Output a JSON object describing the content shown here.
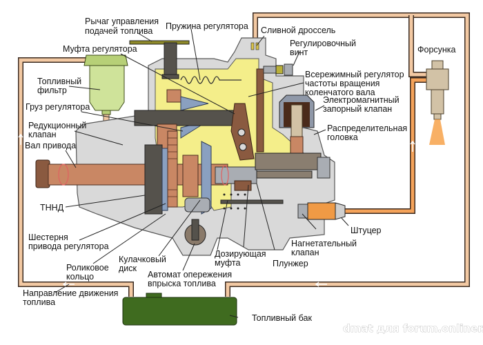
{
  "diagram": {
    "subject": "Distributor-type diesel fuel injection pump",
    "labels": {
      "fuel_control_lever": [
        "Рычаг управления",
        "подачей топлива"
      ],
      "governor_spring": [
        "Пружина регулятора"
      ],
      "overflow_throttle": [
        "Сливной дроссель"
      ],
      "adjusting_screw": [
        "Регулировочный",
        "винт"
      ],
      "governor_sleeve": [
        "Муфта регулятора"
      ],
      "fuel_filter": [
        "Топливный",
        "фильтр"
      ],
      "all_speed_governor": [
        "Всережимный регулятор",
        "частоты вращения",
        "коленчатого вала"
      ],
      "solenoid_shutoff_valve": [
        "Электромагнитный",
        "запорный клапан"
      ],
      "governor_weights": [
        "Груз регулятора"
      ],
      "pressure_reducing_valve": [
        "Редукционный",
        "клапан"
      ],
      "distributor_head": [
        "Распределительная",
        "головка"
      ],
      "drive_shaft": [
        "Вал привода"
      ],
      "injector": [
        "Форсунка"
      ],
      "low_pressure_pump": [
        "ТННД"
      ],
      "fitting": [
        "Штуцер"
      ],
      "governor_drive_gear": [
        "Шестерня",
        "привода регулятора"
      ],
      "delivery_valve": [
        "Нагнетательный",
        "клапан"
      ],
      "roller_ring": [
        "Роликовое",
        "кольцо"
      ],
      "cam_disc": [
        "Кулачковый",
        "диск"
      ],
      "control_sleeve": [
        "Дозирующая",
        "муфта"
      ],
      "plunger": [
        "Плунжер"
      ],
      "timing_device": [
        "Автомат опережения",
        "впрыска топлива"
      ],
      "fuel_flow_direction": [
        "Направление движения",
        "топлива"
      ],
      "fuel_tank": [
        "Топливный бак"
      ]
    },
    "watermark": "dmat для forum.onliner.by",
    "colors": {
      "fuel_line_low": "#f3c9a3",
      "fuel_line_high": "#f5a35a",
      "housing": "#d9d9d9",
      "fuel_chamber": "#f4ee8a",
      "shaft": "#c98764",
      "tank": "#3f6b1f",
      "filter": "#cfe39a"
    }
  }
}
